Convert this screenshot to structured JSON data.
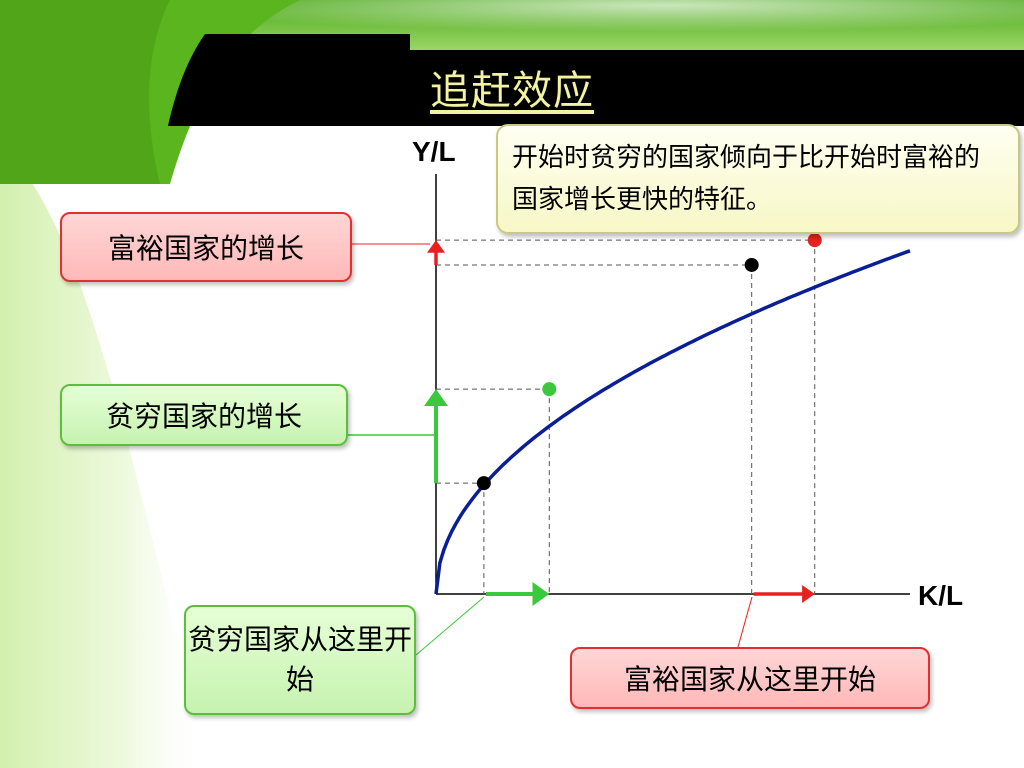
{
  "slide": {
    "title": "追赶效应",
    "note": "开始时贫穷的国家倾向于比开始时富裕的国家增长更快的特征。",
    "rich_growth_label": "富裕国家的增长",
    "poor_growth_label": "贫穷国家的增长",
    "poor_start_label": "贫穷国家从这里开始",
    "rich_start_label": "富裕国家从这里开始"
  },
  "colors": {
    "curve": "#0a1f96",
    "poor": "#3cc83c",
    "rich": "#e82020",
    "header_bar": "#000000",
    "title_text": "#f2f2a0"
  },
  "chart_data": {
    "type": "line",
    "xlabel": "K/L",
    "ylabel": "Y/L",
    "curve": "concave production function",
    "points": [
      {
        "x": 0.101,
        "y": 0.308,
        "color": "black"
      },
      {
        "x": 0.239,
        "y": 0.569,
        "color": "green"
      },
      {
        "x": 0.666,
        "y": 0.914,
        "color": "black"
      },
      {
        "x": 0.799,
        "y": 0.983,
        "color": "red"
      }
    ],
    "arrows": [
      {
        "axis": "x",
        "from": 0.101,
        "to": 0.239,
        "color": "green"
      },
      {
        "axis": "y",
        "from": 0.308,
        "to": 0.569,
        "color": "green"
      },
      {
        "axis": "x",
        "from": 0.666,
        "to": 0.799,
        "color": "red"
      },
      {
        "axis": "y",
        "from": 0.914,
        "to": 0.983,
        "color": "red"
      }
    ]
  }
}
